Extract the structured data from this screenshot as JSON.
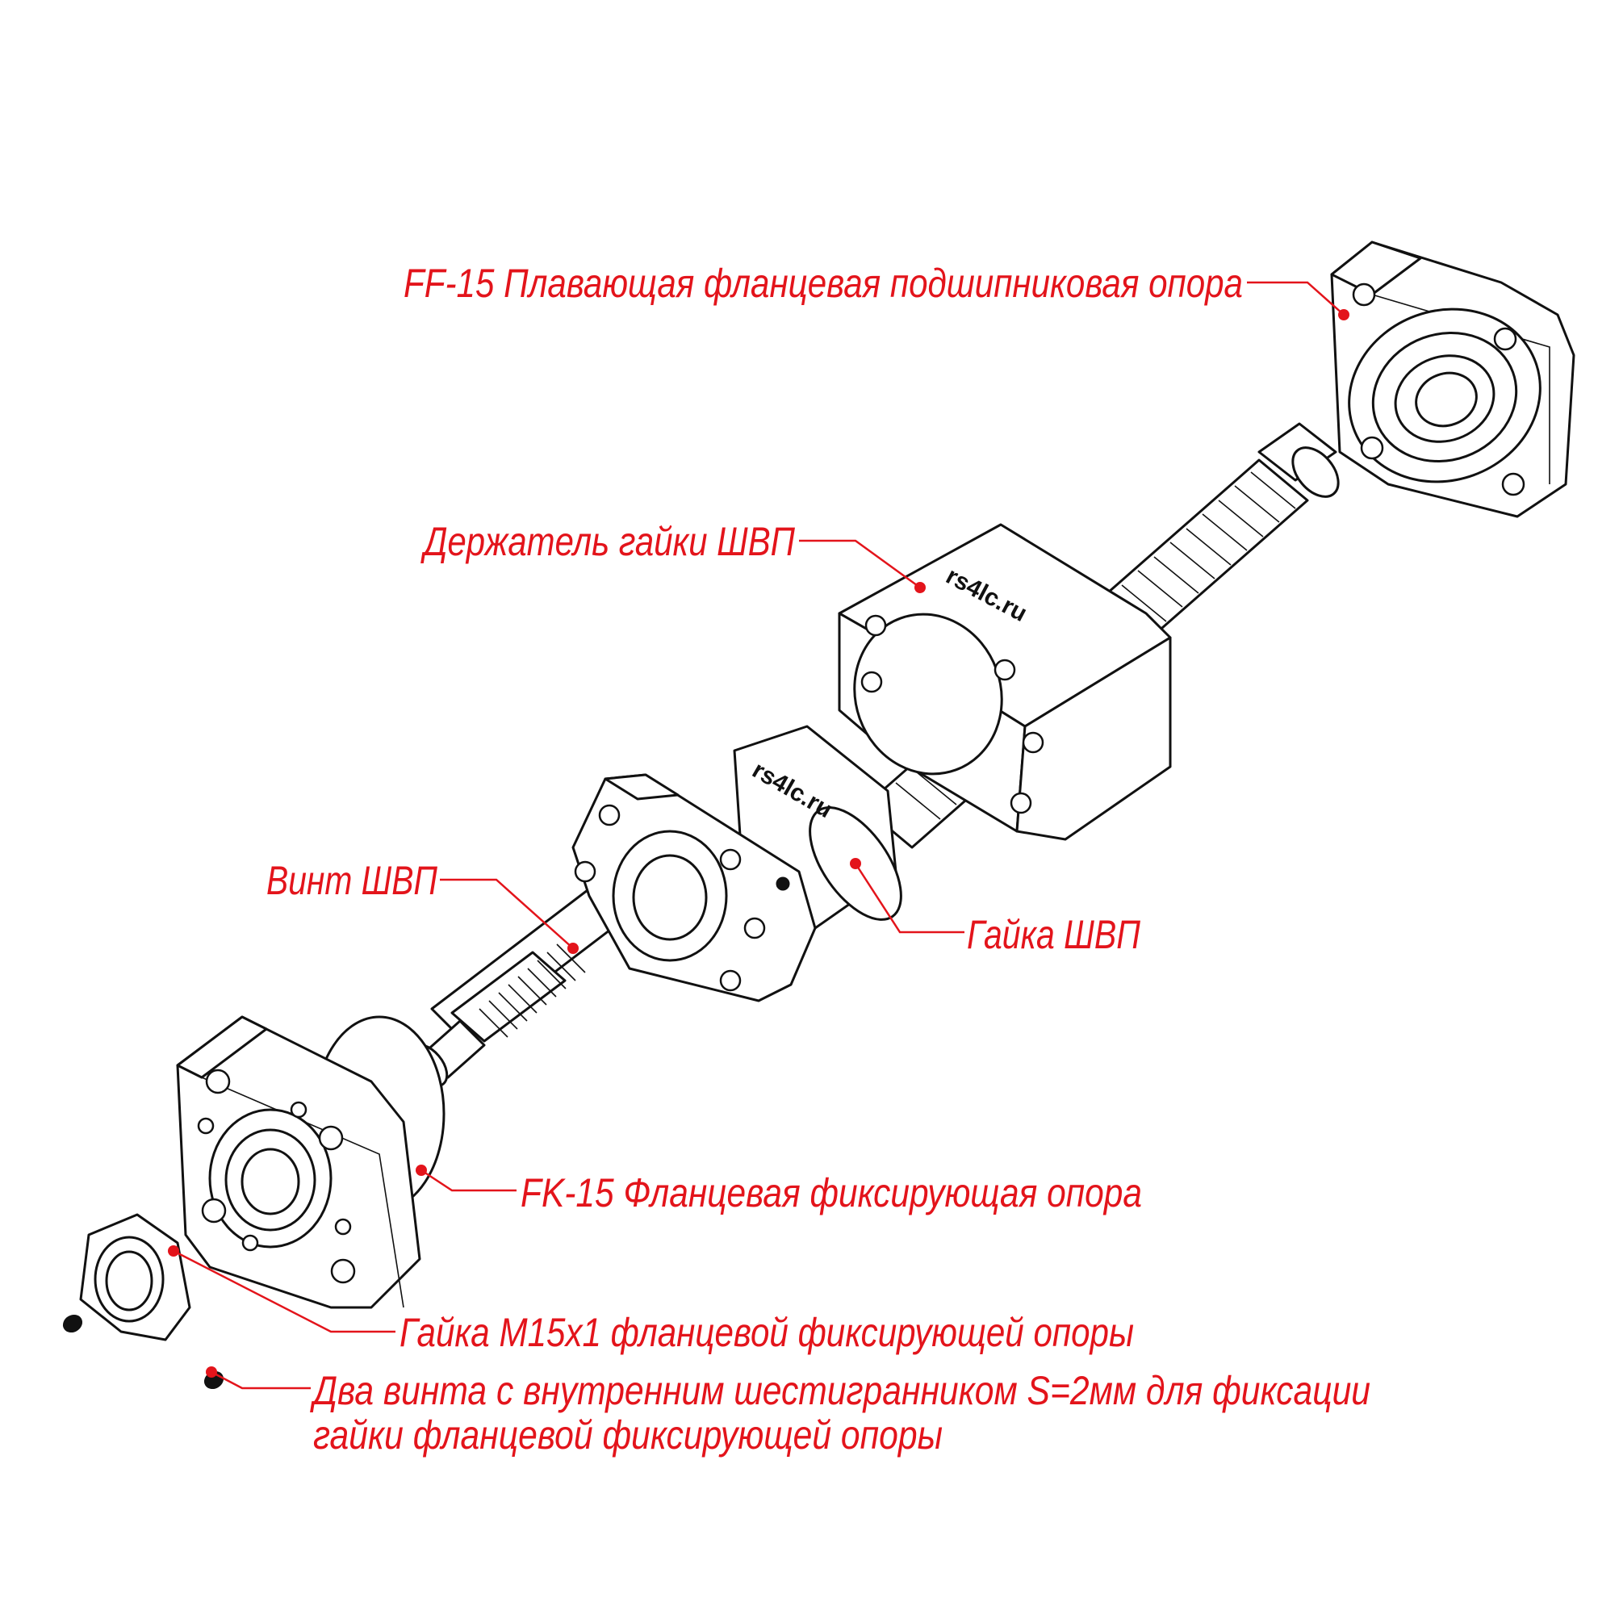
{
  "labels": {
    "ff15": "FF-15 Плавающая фланцевая подшипниковая опора",
    "holder": "Держатель гайки ШВП",
    "screw": "Винт ШВП",
    "nut": "Гайка ШВП",
    "fk15": "FK-15 Фланцевая фиксирующая опора",
    "locknut": "Гайка M15x1 фланцевой фиксирующей опоры",
    "setscrews_line1": "Два винта с внутренним шестигранником S=2мм для фиксации",
    "setscrews_line2": "гайки фланцевой фиксирующей опоры"
  },
  "branding": {
    "holder_logo": "rs4lc.ru",
    "nut_logo": "rs4lc.ru"
  },
  "colors": {
    "callout": "#e3141b",
    "outline": "#111111",
    "background": "#ffffff"
  }
}
